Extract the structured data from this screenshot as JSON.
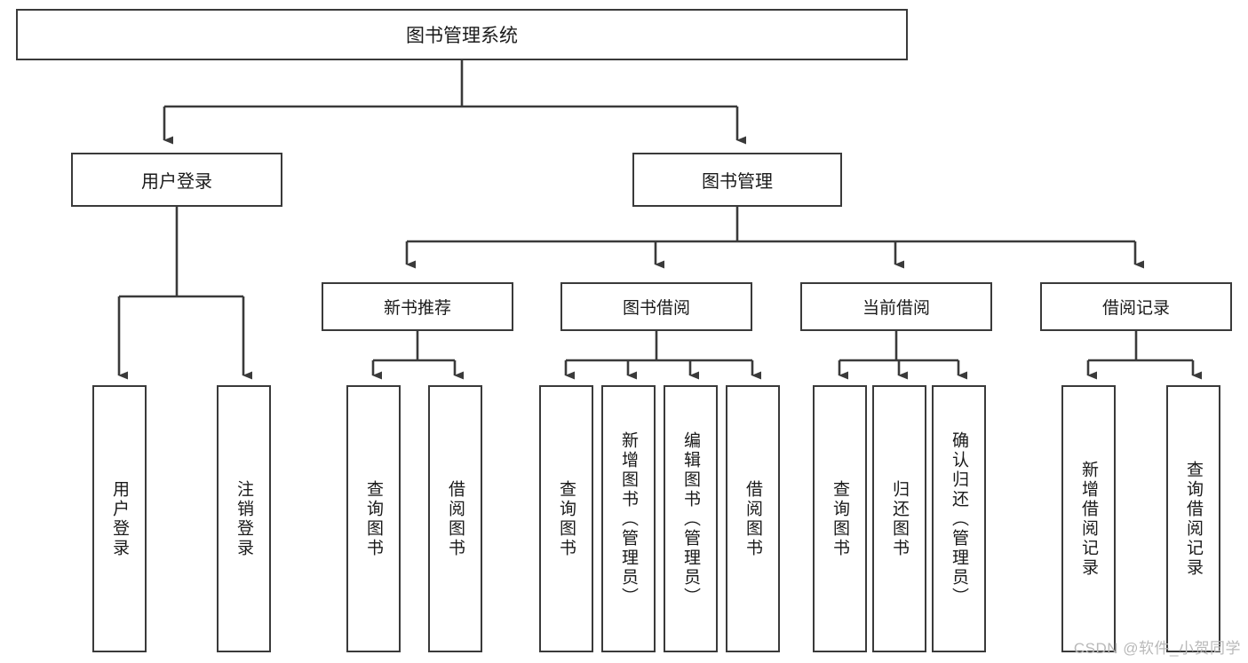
{
  "diagram": {
    "title": "图书管理系统",
    "type": "tree-hierarchy-chart",
    "root": {
      "id": "root",
      "label": "图书管理系统"
    },
    "level1": [
      {
        "id": "user-login",
        "label": "用户登录"
      },
      {
        "id": "book-management",
        "label": "图书管理"
      }
    ],
    "level2": [
      {
        "id": "new-book-recommend",
        "label": "新书推荐",
        "parent": "book-management"
      },
      {
        "id": "book-borrow",
        "label": "图书借阅",
        "parent": "book-management"
      },
      {
        "id": "current-borrow",
        "label": "当前借阅",
        "parent": "book-management"
      },
      {
        "id": "borrow-record",
        "label": "借阅记录",
        "parent": "book-management"
      }
    ],
    "leaves": {
      "user_login": [
        {
          "id": "leaf-user-login",
          "label": "用户登录"
        },
        {
          "id": "leaf-logout",
          "label": "注销登录"
        }
      ],
      "new_book_recommend": [
        {
          "id": "leaf-query-book-1",
          "label": "查询图书"
        },
        {
          "id": "leaf-borrow-book-1",
          "label": "借阅图书"
        }
      ],
      "book_borrow": [
        {
          "id": "leaf-query-book-2",
          "label": "查询图书"
        },
        {
          "id": "leaf-add-book",
          "label": "新增图书（管理员）"
        },
        {
          "id": "leaf-edit-book",
          "label": "编辑图书（管理员）"
        },
        {
          "id": "leaf-borrow-book-2",
          "label": "借阅图书"
        }
      ],
      "current_borrow": [
        {
          "id": "leaf-query-book-3",
          "label": "查询图书"
        },
        {
          "id": "leaf-return-book",
          "label": "归还图书"
        },
        {
          "id": "leaf-confirm-return",
          "label": "确认归还（管理员）"
        }
      ],
      "borrow_record": [
        {
          "id": "leaf-add-record",
          "label": "新增借阅记录"
        },
        {
          "id": "leaf-query-record",
          "label": "查询借阅记录"
        }
      ]
    },
    "colors": {
      "border": "#3a3a3a",
      "background": "#ffffff",
      "text": "#1a1a1a",
      "watermark": "#b9b9b9"
    }
  },
  "watermark": {
    "text": "CSDN @软件_小贺同学"
  }
}
